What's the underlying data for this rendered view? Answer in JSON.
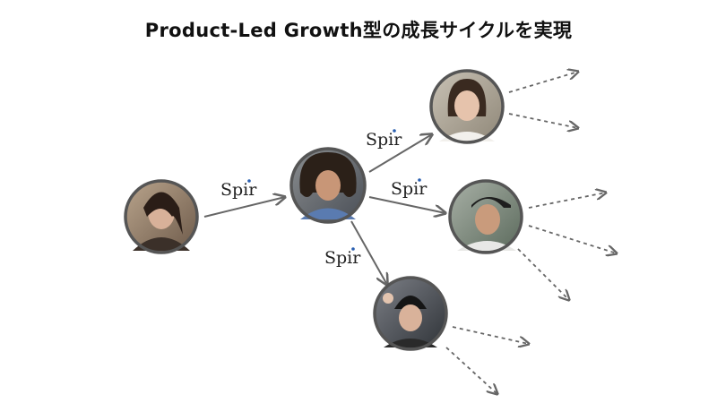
{
  "title": "Product-Led Growth型の成長サイクルを実現",
  "brand_label": "Spir",
  "colors": {
    "arrow": "#666666",
    "ring": "#555555",
    "brand_dot": "#2a5fb0"
  },
  "nodes": [
    {
      "id": "origin-user",
      "icon": "person-photo"
    },
    {
      "id": "second-user",
      "icon": "person-photo"
    },
    {
      "id": "third-user-top",
      "icon": "person-photo"
    },
    {
      "id": "third-user-right",
      "icon": "person-photo"
    },
    {
      "id": "third-user-bottom",
      "icon": "person-photo"
    }
  ],
  "edge_labels": [
    "Spir",
    "Spir",
    "Spir",
    "Spir"
  ]
}
